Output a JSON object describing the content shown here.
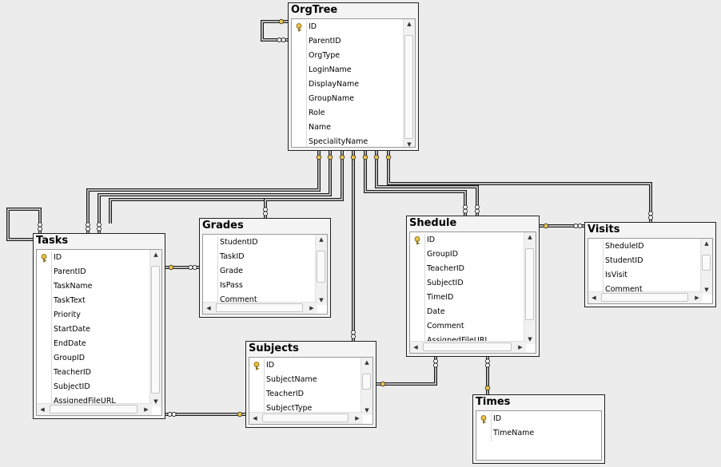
{
  "tables": {
    "orgtree": {
      "title": "OrgTree",
      "columns": [
        "ID",
        "ParentID",
        "OrgType",
        "LoginName",
        "DisplayName",
        "GroupName",
        "Role",
        "Name",
        "SpecialityName"
      ],
      "key_column": "ID"
    },
    "tasks": {
      "title": "Tasks",
      "columns": [
        "ID",
        "ParentID",
        "TaskName",
        "TaskText",
        "Priority",
        "StartDate",
        "EndDate",
        "GroupID",
        "TeacherID",
        "SubjectID",
        "AssignedFileURL"
      ],
      "key_column": "ID"
    },
    "grades": {
      "title": "Grades",
      "columns": [
        "StudentID",
        "TaskID",
        "Grade",
        "IsPass",
        "Comment"
      ],
      "key_column": ""
    },
    "shedule": {
      "title": "Shedule",
      "columns": [
        "ID",
        "GroupID",
        "TeacherID",
        "SubjectID",
        "TimeID",
        "Date",
        "Comment",
        "AssignedFileURL"
      ],
      "key_column": "ID"
    },
    "visits": {
      "title": "Visits",
      "columns": [
        "SheduleID",
        "StudentID",
        "IsVisit",
        "Comment"
      ],
      "key_column": ""
    },
    "subjects": {
      "title": "Subjects",
      "columns": [
        "ID",
        "SubjectName",
        "TeacherID",
        "SubjectType"
      ],
      "key_column": "ID"
    },
    "times": {
      "title": "Times",
      "columns": [
        "ID",
        "TimeName"
      ],
      "key_column": "ID"
    }
  },
  "colors": {
    "background": "#ececec",
    "key_icon": "#e8c34a",
    "connector": "#1a1a1a"
  },
  "icons": {
    "primary_key": "key-icon",
    "scroll_up": "▲",
    "scroll_down": "▼",
    "scroll_left": "◀",
    "scroll_right": "▶"
  }
}
